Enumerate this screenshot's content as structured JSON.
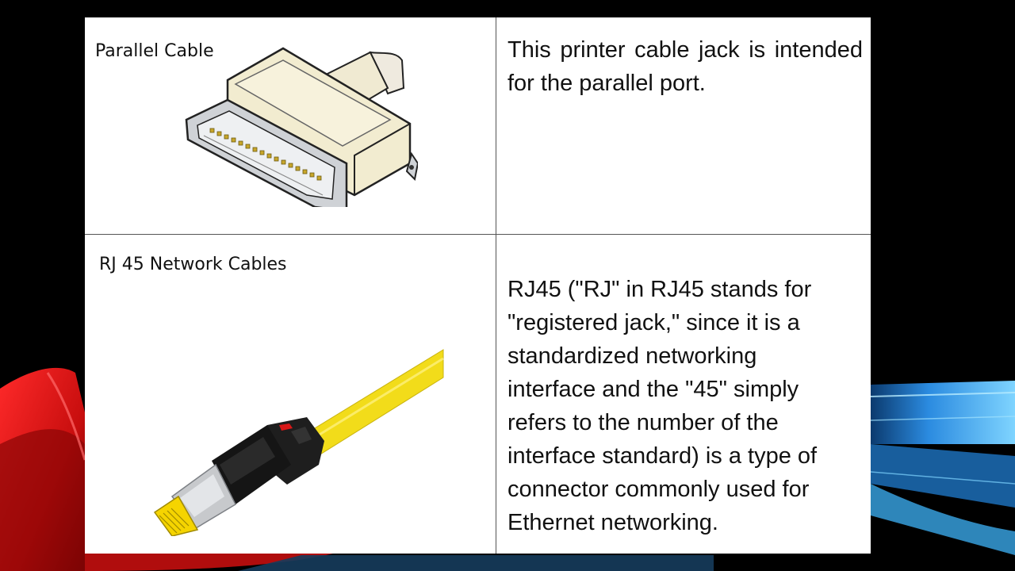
{
  "slide": {
    "rows": [
      {
        "caption": "Parallel Cable",
        "description": "This printer cable jack is intended for the parallel port.",
        "image_icon": "parallel-cable-connector-icon"
      },
      {
        "caption": "RJ 45 Network Cables",
        "description_lines": [
          "RJ45 (\"RJ\" in RJ45 stands for",
          "\"registered jack,\" since it is a",
          "standardized networking",
          "interface and the \"45\" simply",
          "refers to the number of the",
          "interface standard) is a type of",
          "connector commonly used for",
          "Ethernet networking."
        ],
        "image_icon": "rj45-connector-icon"
      }
    ]
  },
  "colors": {
    "background": "#000000",
    "table_border": "#555555",
    "cable_yellow": "#f2dc1a",
    "accent_red": "#d81818",
    "accent_blue": "#2f8fd8"
  }
}
